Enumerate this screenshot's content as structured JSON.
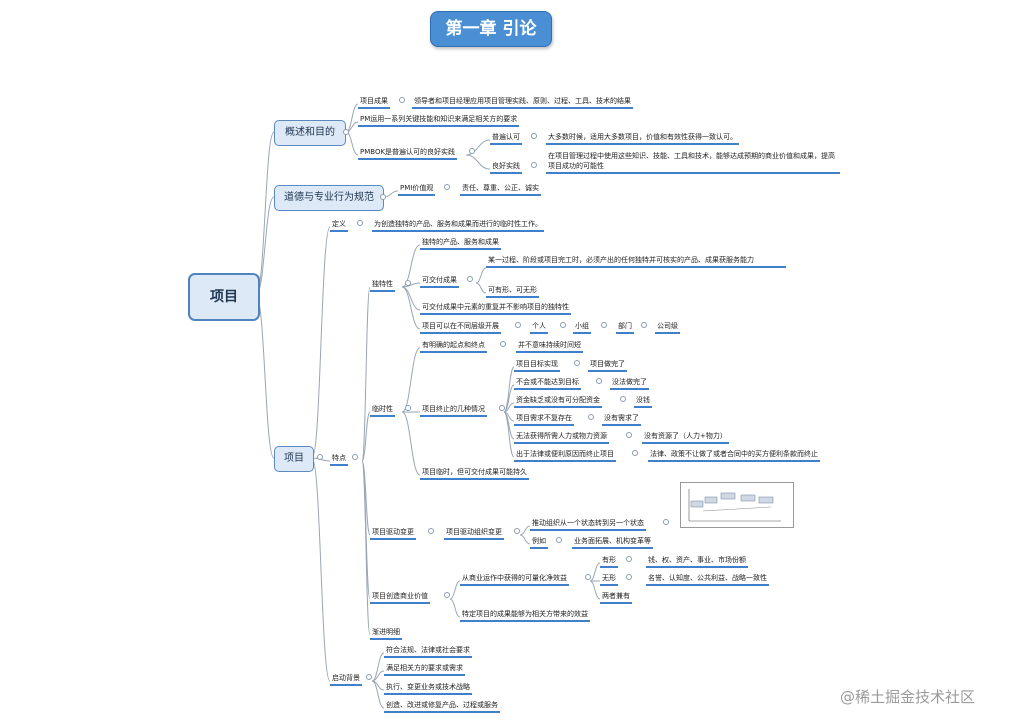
{
  "title": "第一章 引论",
  "root": "项目",
  "l1": {
    "overview": "概述和目的",
    "ethics": "道德与专业行为规范",
    "project": "项目"
  },
  "overview": {
    "outcome_label": "项目成果",
    "outcome_text": "领导者和项目经理应用项目管理实践、原则、过程、工具、技术的结果",
    "pm_text": "PM运用一系列关键技能和知识来满足相关方的要求",
    "pmbok_label": "PMBOK是普遍认可的良好实践",
    "common_label": "普遍认可",
    "common_text": "大多数时候，适用大多数项目，价值和有效性获得一致认可。",
    "good_label": "良好实践",
    "good_text": "在项目管理过程中使用这些知识、技能、工具和技术，能够达成预期的商业价值和成果，提高项目成功的可能性"
  },
  "ethics": {
    "label": "PMI价值观",
    "text": "责任、尊重、公正、诚实"
  },
  "project": {
    "def_label": "定义",
    "def_text": "为创造独特的产品、服务和成果而进行的临时性工作。",
    "features": "特点",
    "unique": {
      "label": "独特性",
      "products": "独特的产品、服务和成果",
      "deliverable_label": "可交付成果",
      "deliverable_text": "某一过程、阶段或项目完工时，必须产出的任何独特并可核实的产品、成果获服务能力",
      "tangible": "可有形、可无形",
      "repeat": "可交付成果中元素的重复并不影响项目的独特性",
      "levels_label": "项目可以在不同层级开展",
      "levels": [
        "个人",
        "小组",
        "部门",
        "公司级"
      ]
    },
    "temporary": {
      "label": "临时性",
      "start_end": "有明确的起点和终点",
      "not_short": "并不意味持续时间短",
      "termination_label": "项目终止的几种情况",
      "cases": [
        [
          "项目目标实现",
          "项目做完了"
        ],
        [
          "不会或不能达到目标",
          "没法做完了"
        ],
        [
          "资金缺乏或没有可分配资金",
          "没钱"
        ],
        [
          "项目需求不复存在",
          "没有需求了"
        ],
        [
          "无法获得所需人力或物力资源",
          "没有资源了（人力+物力）"
        ],
        [
          "出于法律或便利原因而终止项目",
          "法律、政策不让做了或者合同中的买方便利条款而终止"
        ]
      ],
      "lasting": "项目临时，但可交付成果可能持久"
    },
    "change": {
      "label": "项目驱动变更",
      "sub": "项目驱动组织变更",
      "state": "推动组织从一个状态转到另一个状态",
      "example_label": "例如",
      "example_text": "业务面拓展、机构变革等"
    },
    "value": {
      "label": "项目创造商业价值",
      "net": "从商业运作中获得的可量化净效益",
      "tangible_label": "有形",
      "tangible_text": "钱、权、资产、事业、市场份额",
      "intangible_label": "无形",
      "intangible_text": "名誉、认知度、公共利益、战略一致性",
      "both": "两者兼有",
      "benefit": "特定项目的成果能够为相关方带来的效益"
    },
    "progressive": "渐进明细",
    "context": {
      "label": "启动背景",
      "items": [
        "符合法规、法律或社会要求",
        "满足相关方的要求或需求",
        "执行、变更业务或技术战略",
        "创造、改进或修复产品、过程或服务"
      ]
    }
  },
  "watermark": "@稀土掘金技术社区",
  "colors": {
    "accent": "#3f7fcc",
    "title_bg": "#4a8fd4",
    "node_bg": "#dde9f6"
  }
}
